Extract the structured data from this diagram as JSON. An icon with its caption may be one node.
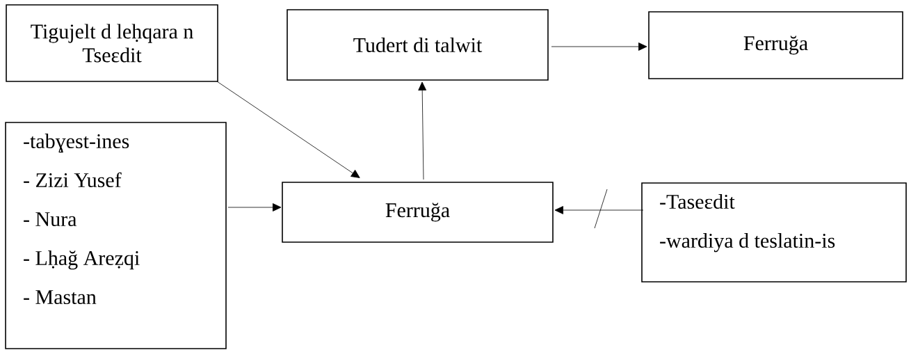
{
  "diagram": {
    "nodes": [
      {
        "text": [
          "Tigujelt d leḥqara n Tseɛdit"
        ]
      },
      {
        "text": [
          "Tudert di talwit"
        ]
      },
      {
        "text": [
          "Ferruğa"
        ]
      },
      {
        "text": [
          "-tabɣest-ines",
          "- Zizi Yusef",
          "- Nura",
          "- Lḥağ Areẓqi",
          "- Mastan"
        ]
      },
      {
        "text": [
          "Ferruğa"
        ]
      },
      {
        "text": [
          "-Taseɛdit",
          "-wardiya d teslatin-is"
        ]
      }
    ],
    "edges": [
      {
        "from": 0,
        "to": 4,
        "arrow": "to"
      },
      {
        "from": 4,
        "to": 1,
        "arrow": "to"
      },
      {
        "from": 1,
        "to": 2,
        "arrow": "to"
      },
      {
        "from": 3,
        "to": 4,
        "arrow": "to"
      },
      {
        "from": 5,
        "to": 4,
        "arrow": "to"
      }
    ]
  }
}
